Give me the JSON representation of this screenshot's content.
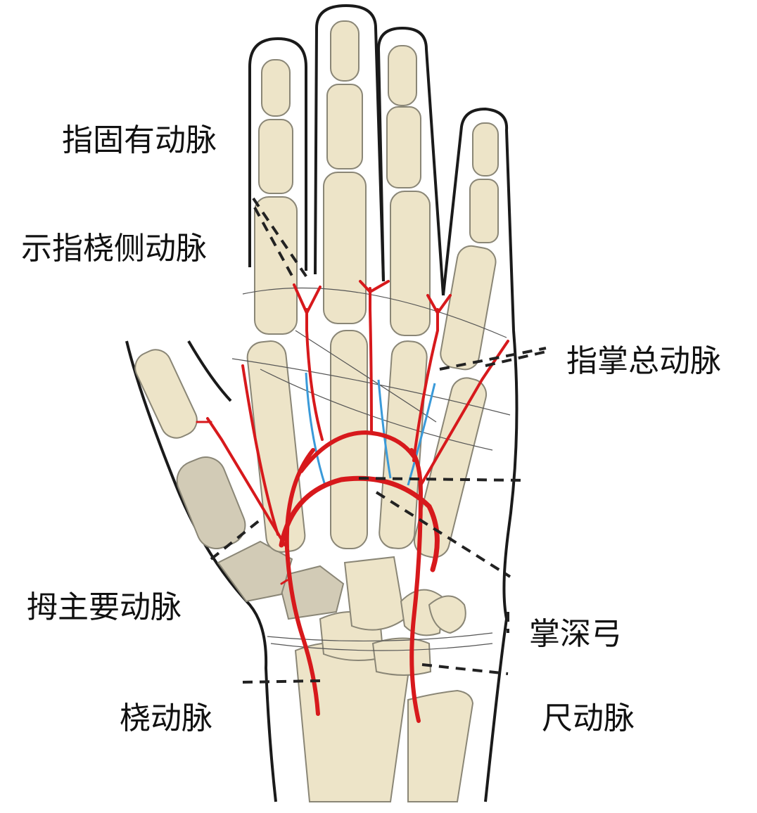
{
  "labels": {
    "digital_proper_artery": "指固有动脉",
    "radialis_indicis_artery": "示指桡侧动脉",
    "common_digital_artery": "指掌总动脉",
    "princeps_pollicis_artery": "拇主要动脉",
    "deep_palmar_arch": "掌深弓",
    "radial_artery": "桡动脉",
    "ulnar_artery": "尺动脉"
  },
  "colors": {
    "bone": "#ede4c8",
    "bone_stroke": "#8a8676",
    "carpal_shaded": "#d2cbb6",
    "artery": "#d7191c",
    "nerve": "#3a9ad9",
    "outline": "#1a1a1a",
    "leader": "#222222"
  }
}
